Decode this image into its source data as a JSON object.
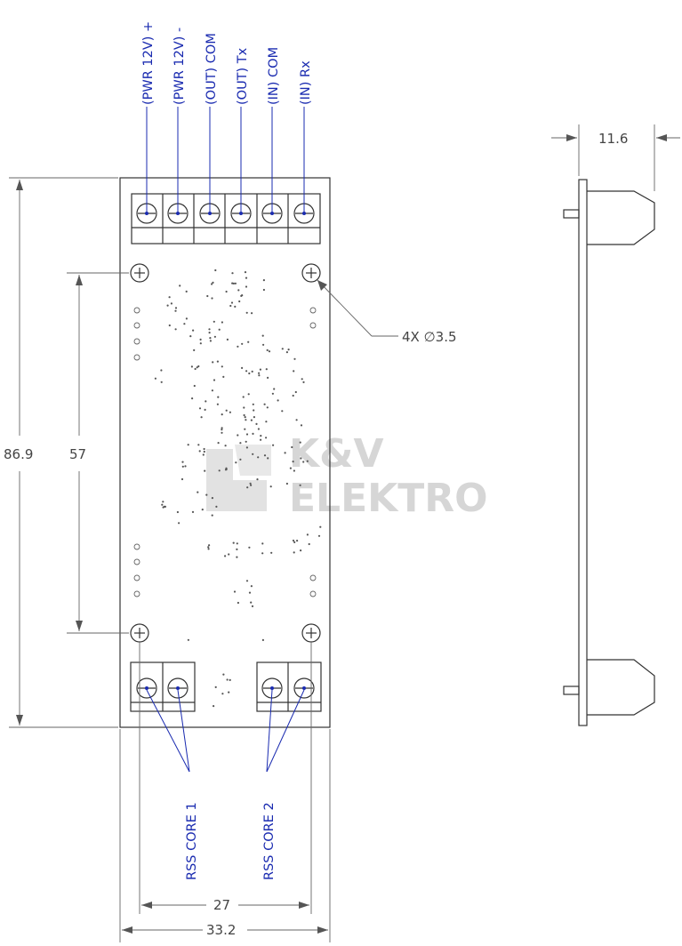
{
  "terminal_labels": [
    "(PWR 12V) +",
    "(PWR 12V) -",
    "(OUT) COM",
    "(OUT) Tx",
    "(IN) COM",
    "(IN) Rx"
  ],
  "core_labels": [
    "RSS CORE 1",
    "RSS CORE 2"
  ],
  "dimensions": {
    "overall_height": "86.9",
    "hole_spacing_vertical": "57",
    "hole_spacing_horizontal": "27",
    "overall_width": "33.2",
    "side_depth": "11.6",
    "hole_callout": "4X ∅3.5"
  },
  "watermark": {
    "line1": "K&V",
    "line2": "ELEKTRO"
  },
  "colors": {
    "label_blue": "#1a2bb0",
    "line": "#333333",
    "watermark": "#d6d6d6"
  }
}
